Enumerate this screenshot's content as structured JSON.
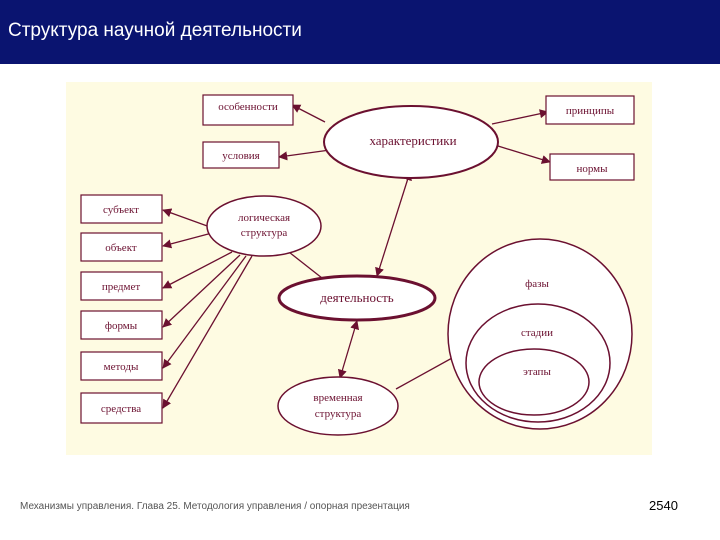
{
  "header": {
    "title": "Структура научной деятельности"
  },
  "diagram": {
    "center": "деятельность",
    "characteristics": "характеристики",
    "logical_structure": [
      "логическая",
      "структура"
    ],
    "temporal_structure": [
      "временная",
      "структура"
    ],
    "char_items": {
      "features": "особенности",
      "conditions": "условия",
      "principles": "принципы",
      "norms": "нормы"
    },
    "logical_items": [
      "субъект",
      "объект",
      "предмет",
      "формы",
      "методы",
      "средства"
    ],
    "temporal_items": {
      "phases": "фазы",
      "stages": "стадии",
      "steps": "этапы"
    }
  },
  "footer": {
    "text": "Механизмы управления. Глава 25. Методология управления / опорная презентация",
    "page": "2540"
  },
  "colors": {
    "header_bg": "#0a1470",
    "line": "#6b1030",
    "canvas_bg": "#fefbe2"
  }
}
